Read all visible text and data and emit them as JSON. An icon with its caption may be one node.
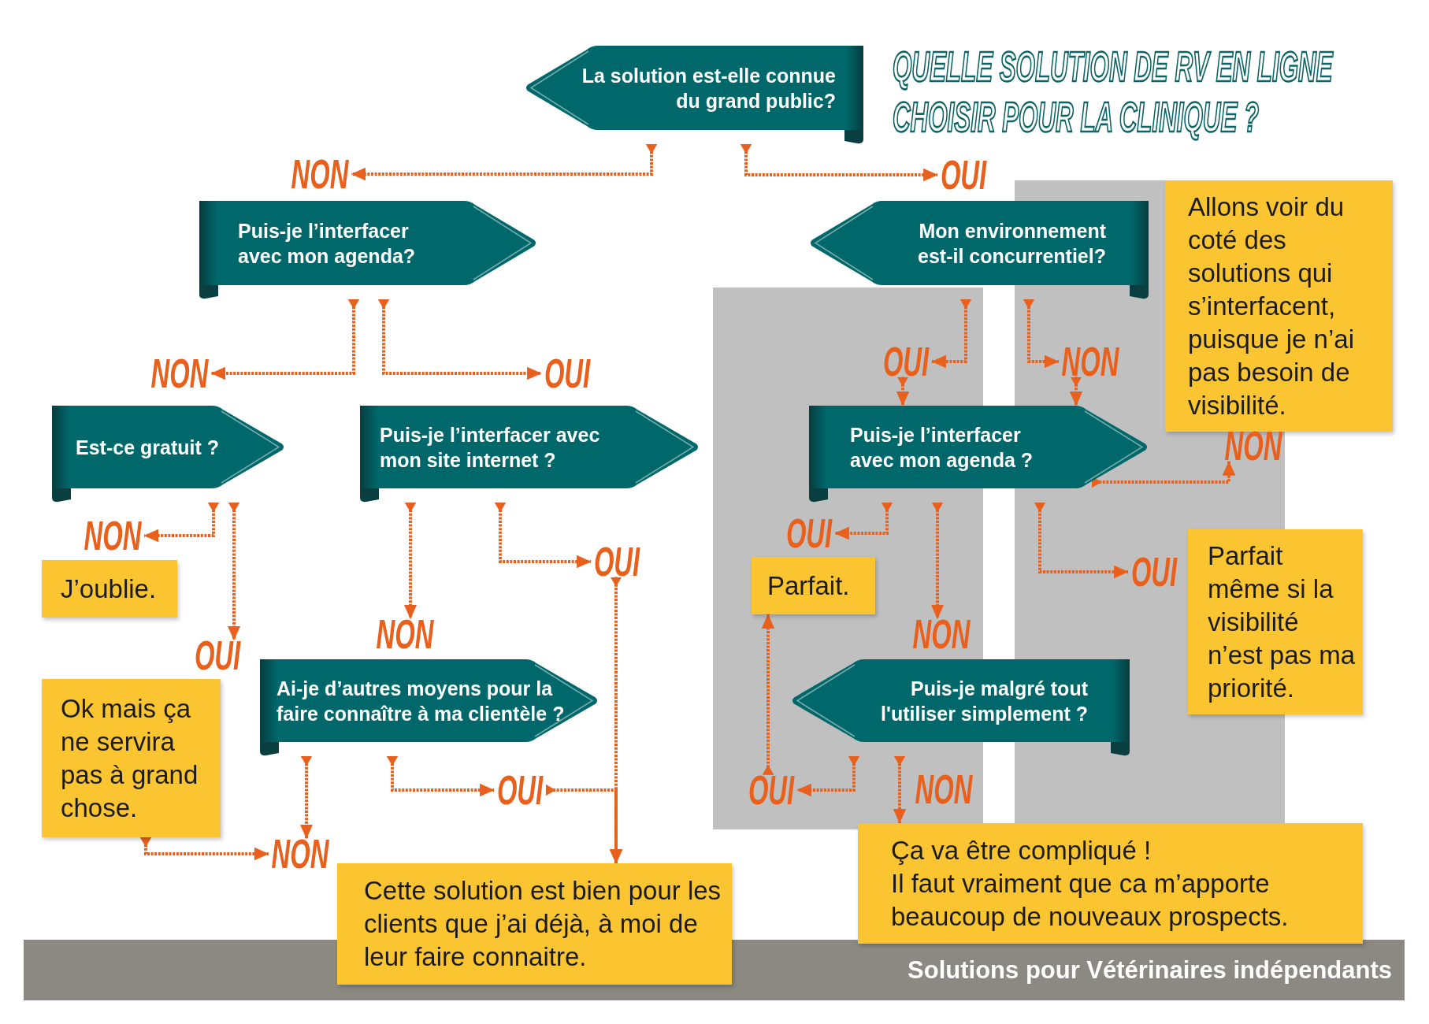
{
  "diagram": {
    "title": "QUELLE SOLUTION DE RV EN LIGNE CHOISIR POUR LA CLINIQUE ?",
    "nodes": [
      {
        "text": [
          "La solution est-elle connue du grand public?"
        ]
      },
      {
        "text": [
          "NON"
        ]
      },
      {
        "text": [
          "OUI"
        ]
      },
      {
        "text": [
          "Puis-je l’interfacer avec mon agenda?"
        ]
      },
      {
        "text": [
          "Mon environnement est-il concurrentiel?"
        ]
      },
      {
        "text": [
          "Allons voir du coté des solutions qui s’interfacent, puisque je n’ai pas besoin de visibilité."
        ]
      },
      {
        "text": [
          "OUI"
        ]
      },
      {
        "text": [
          "NON"
        ]
      },
      {
        "text": [
          "NON"
        ]
      },
      {
        "text": [
          "OUI"
        ]
      },
      {
        "text": [
          "Est-ce gratuit ?"
        ]
      },
      {
        "text": [
          "Puis-je l’interfacer avec mon site internet ?"
        ]
      },
      {
        "text": [
          "Puis-je l’interfacer avec mon agenda ?"
        ]
      },
      {
        "text": [
          "NON"
        ]
      },
      {
        "text": [
          "NON"
        ]
      },
      {
        "text": [
          "OUI"
        ]
      },
      {
        "text": [
          "OUI"
        ]
      },
      {
        "text": [
          "OUI"
        ]
      },
      {
        "text": [
          "J’oublie."
        ]
      },
      {
        "text": [
          "Parfait."
        ]
      },
      {
        "text": [
          "Parfait même si la visibilité n’est pas ma priorité."
        ]
      },
      {
        "text": [
          "NON"
        ]
      },
      {
        "text": [
          "NON"
        ]
      },
      {
        "text": [
          "OUI"
        ]
      },
      {
        "text": [
          "Ok mais ça ne servira pas à grand chose."
        ]
      },
      {
        "text": [
          "Ai-je d’autres moyens pour la faire connaître à ma clientèle ?"
        ]
      },
      {
        "text": [
          "Puis-je malgré tout l'utiliser simplement ?"
        ]
      },
      {
        "text": [
          "OUI"
        ]
      },
      {
        "text": [
          "OUI"
        ]
      },
      {
        "text": [
          "NON"
        ]
      },
      {
        "text": [
          "Cette solution est bien pour les clients que j’ai déjà, à moi de leur faire connaitre."
        ]
      },
      {
        "text": [
          "Ça va être compliqué !",
          "Il faut vraiment que ca m’apporte beaucoup de nouveaux prospects."
        ]
      }
    ],
    "edges": [
      {
        "from": 0,
        "to": 1,
        "arrow": "to"
      },
      {
        "from": 0,
        "to": 2,
        "arrow": "to"
      },
      {
        "from": 3,
        "to": 8,
        "arrow": "to"
      },
      {
        "from": 3,
        "to": 9,
        "arrow": "to"
      },
      {
        "from": 4,
        "to": 6,
        "arrow": "to"
      },
      {
        "from": 4,
        "to": 7,
        "arrow": "to"
      },
      {
        "from": 6,
        "to": 12,
        "arrow": "to"
      },
      {
        "from": 7,
        "to": 12,
        "arrow": "to"
      },
      {
        "from": 10,
        "to": 14,
        "arrow": "to"
      },
      {
        "from": 10,
        "to": 23,
        "arrow": "to"
      },
      {
        "from": 11,
        "to": 21,
        "arrow": "to"
      },
      {
        "from": 11,
        "to": 16,
        "arrow": "to"
      },
      {
        "from": 12,
        "to": 13,
        "arrow": "to"
      },
      {
        "from": 12,
        "to": 15,
        "arrow": "to"
      },
      {
        "from": 12,
        "to": 22,
        "arrow": "to"
      },
      {
        "from": 12,
        "to": 17,
        "arrow": "to"
      },
      {
        "from": 16,
        "to": 30,
        "arrow": "to"
      },
      {
        "from": 24,
        "to": 29,
        "arrow": "to"
      },
      {
        "from": 25,
        "to": 29,
        "arrow": "to"
      },
      {
        "from": 25,
        "to": 27,
        "arrow": "to"
      },
      {
        "from": 27,
        "to": 30,
        "arrow": "to"
      },
      {
        "from": 26,
        "to": 28,
        "arrow": "to"
      },
      {
        "from": 26,
        "to": 31,
        "arrow": "to",
        "label": "NON"
      },
      {
        "from": 28,
        "to": 19,
        "arrow": "to"
      }
    ],
    "labels": [
      "Solutions pour Vétérinaires indépendants"
    ]
  }
}
